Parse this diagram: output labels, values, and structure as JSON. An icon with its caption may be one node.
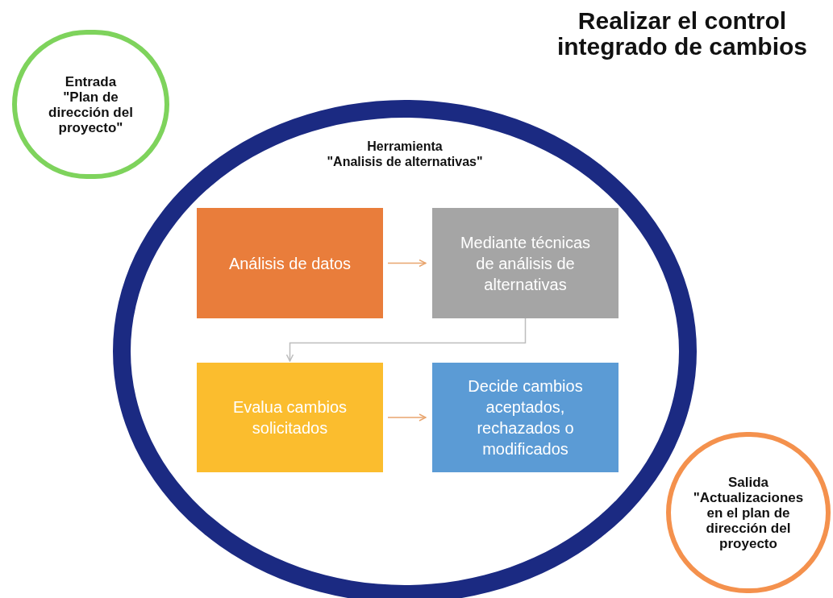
{
  "diagram": {
    "title": "Realizar el control integrado de cambios",
    "nodes": [
      {
        "text": [
          "Entrada",
          "\"Plan de dirección del proyecto\""
        ]
      },
      {
        "text": [
          "Herramienta",
          "\"Analisis de alternativas\""
        ]
      },
      {
        "text": [
          "Análisis de datos"
        ],
        "in": 1
      },
      {
        "text": [
          "Mediante técnicas de análisis de alternativas"
        ],
        "in": 1
      },
      {
        "text": [
          "Evalua cambios solicitados"
        ],
        "in": 1
      },
      {
        "text": [
          "Decide cambios aceptados, rechazados o modificados"
        ],
        "in": 1
      },
      {
        "text": [
          "Salida",
          "\"Actualizaciones en el plan de dirección del proyecto"
        ]
      }
    ],
    "edges": [
      {
        "from": 2,
        "to": 3,
        "arrow": "to",
        "color": "#e8a56e"
      },
      {
        "from": 3,
        "to": 4,
        "arrow": "to",
        "color": "#bdbdbd"
      },
      {
        "from": 4,
        "to": 5,
        "arrow": "to",
        "color": "#e8a56e"
      }
    ]
  }
}
